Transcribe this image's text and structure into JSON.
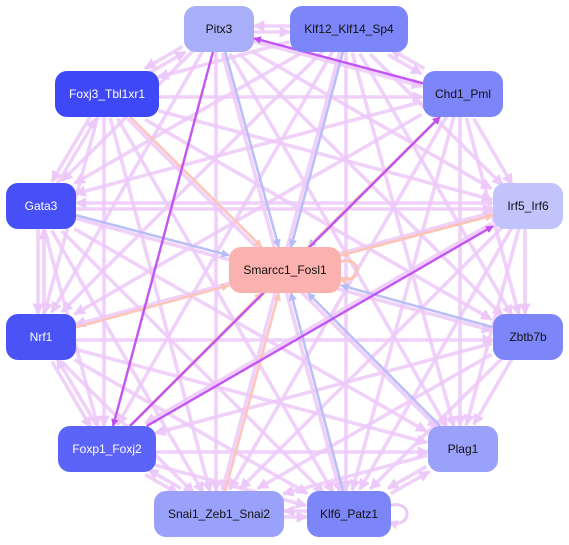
{
  "diagram": {
    "nodes": [
      {
        "id": "pitx3",
        "label": "Pitx3",
        "color": "#a9aef9",
        "text_color": "#111111"
      },
      {
        "id": "klf12",
        "label": "Klf12_Klf14_Sp4",
        "color": "#7d86f9",
        "text_color": "#111111"
      },
      {
        "id": "foxj3",
        "label": "Foxj3_Tbl1xr1",
        "color": "#3f48f6",
        "text_color": "#ffffff"
      },
      {
        "id": "chd1",
        "label": "Chd1_Pml",
        "color": "#7d86f9",
        "text_color": "#111111"
      },
      {
        "id": "gata3",
        "label": "Gata3",
        "color": "#4750f7",
        "text_color": "#ffffff"
      },
      {
        "id": "irf5",
        "label": "Irf5_Irf6",
        "color": "#c1c4fb",
        "text_color": "#111111"
      },
      {
        "id": "smarcc1",
        "label": "Smarcc1_Fosl1",
        "color": "#fbb1ae",
        "text_color": "#111111"
      },
      {
        "id": "nrf1",
        "label": "Nrf1",
        "color": "#4a53f6",
        "text_color": "#ffffff"
      },
      {
        "id": "zbtb7b",
        "label": "Zbtb7b",
        "color": "#7d86f9",
        "text_color": "#111111"
      },
      {
        "id": "foxp1",
        "label": "Foxp1_Foxj2",
        "color": "#5b63f8",
        "text_color": "#ffffff"
      },
      {
        "id": "plag1",
        "label": "Plag1",
        "color": "#9aa1fa",
        "text_color": "#111111"
      },
      {
        "id": "snai1",
        "label": "Snai1_Zeb1_Snai2",
        "color": "#9aa1fa",
        "text_color": "#111111"
      },
      {
        "id": "klf6",
        "label": "Klf6_Patz1",
        "color": "#7d86f9",
        "text_color": "#111111"
      }
    ],
    "edges": [
      {
        "from": "pitx3",
        "to": "smarcc1",
        "kind": "blue"
      },
      {
        "from": "klf12",
        "to": "smarcc1",
        "kind": "blue"
      },
      {
        "from": "foxj3",
        "to": "smarcc1",
        "kind": "peach"
      },
      {
        "from": "chd1",
        "to": "smarcc1",
        "kind": "blue"
      },
      {
        "from": "gata3",
        "to": "smarcc1",
        "kind": "blue"
      },
      {
        "from": "irf5",
        "to": "smarcc1",
        "kind": "peach"
      },
      {
        "from": "nrf1",
        "to": "smarcc1",
        "kind": "peach"
      },
      {
        "from": "zbtb7b",
        "to": "smarcc1",
        "kind": "blue"
      },
      {
        "from": "foxp1",
        "to": "smarcc1",
        "kind": "peach"
      },
      {
        "from": "plag1",
        "to": "smarcc1",
        "kind": "blue"
      },
      {
        "from": "snai1",
        "to": "smarcc1",
        "kind": "peach"
      },
      {
        "from": "klf6",
        "to": "smarcc1",
        "kind": "blue"
      },
      {
        "from": "smarcc1",
        "to": "irf5",
        "kind": "peach"
      },
      {
        "from": "smarcc1",
        "to": "chd1",
        "kind": "peach"
      },
      {
        "from": "chd1",
        "to": "pitx3",
        "kind": "purple"
      },
      {
        "from": "pitx3",
        "to": "foxp1",
        "kind": "purple"
      },
      {
        "from": "foxp1",
        "to": "irf5",
        "kind": "purple"
      },
      {
        "from": "foxp1",
        "to": "chd1",
        "kind": "purple"
      },
      {
        "from": "pitx3",
        "to": "klf12",
        "kind": "pink"
      },
      {
        "from": "klf12",
        "to": "pitx3",
        "kind": "pink"
      },
      {
        "from": "pitx3",
        "to": "foxj3",
        "kind": "pink"
      },
      {
        "from": "foxj3",
        "to": "pitx3",
        "kind": "pink"
      },
      {
        "from": "pitx3",
        "to": "chd1",
        "kind": "pink"
      },
      {
        "from": "pitx3",
        "to": "gata3",
        "kind": "pink"
      },
      {
        "from": "pitx3",
        "to": "irf5",
        "kind": "pink"
      },
      {
        "from": "pitx3",
        "to": "nrf1",
        "kind": "pink"
      },
      {
        "from": "pitx3",
        "to": "zbtb7b",
        "kind": "pink"
      },
      {
        "from": "pitx3",
        "to": "plag1",
        "kind": "pink"
      },
      {
        "from": "pitx3",
        "to": "snai1",
        "kind": "pink"
      },
      {
        "from": "pitx3",
        "to": "klf6",
        "kind": "pink"
      },
      {
        "from": "klf12",
        "to": "foxj3",
        "kind": "pink"
      },
      {
        "from": "klf12",
        "to": "chd1",
        "kind": "pink"
      },
      {
        "from": "chd1",
        "to": "klf12",
        "kind": "pink"
      },
      {
        "from": "klf12",
        "to": "gata3",
        "kind": "pink"
      },
      {
        "from": "klf12",
        "to": "irf5",
        "kind": "pink"
      },
      {
        "from": "klf12",
        "to": "nrf1",
        "kind": "pink"
      },
      {
        "from": "klf12",
        "to": "zbtb7b",
        "kind": "pink"
      },
      {
        "from": "klf12",
        "to": "foxp1",
        "kind": "pink"
      },
      {
        "from": "klf12",
        "to": "plag1",
        "kind": "pink"
      },
      {
        "from": "klf12",
        "to": "snai1",
        "kind": "pink"
      },
      {
        "from": "klf12",
        "to": "klf6",
        "kind": "pink"
      },
      {
        "from": "foxj3",
        "to": "chd1",
        "kind": "pink"
      },
      {
        "from": "foxj3",
        "to": "gata3",
        "kind": "pink"
      },
      {
        "from": "gata3",
        "to": "foxj3",
        "kind": "pink"
      },
      {
        "from": "foxj3",
        "to": "irf5",
        "kind": "pink"
      },
      {
        "from": "foxj3",
        "to": "nrf1",
        "kind": "pink"
      },
      {
        "from": "foxj3",
        "to": "zbtb7b",
        "kind": "pink"
      },
      {
        "from": "foxj3",
        "to": "foxp1",
        "kind": "pink"
      },
      {
        "from": "foxj3",
        "to": "plag1",
        "kind": "pink"
      },
      {
        "from": "foxj3",
        "to": "snai1",
        "kind": "pink"
      },
      {
        "from": "foxj3",
        "to": "klf6",
        "kind": "pink"
      },
      {
        "from": "chd1",
        "to": "gata3",
        "kind": "pink"
      },
      {
        "from": "chd1",
        "to": "irf5",
        "kind": "pink"
      },
      {
        "from": "chd1",
        "to": "nrf1",
        "kind": "pink"
      },
      {
        "from": "chd1",
        "to": "zbtb7b",
        "kind": "pink"
      },
      {
        "from": "chd1",
        "to": "plag1",
        "kind": "pink"
      },
      {
        "from": "chd1",
        "to": "snai1",
        "kind": "pink"
      },
      {
        "from": "chd1",
        "to": "klf6",
        "kind": "pink"
      },
      {
        "from": "gata3",
        "to": "irf5",
        "kind": "pink"
      },
      {
        "from": "irf5",
        "to": "gata3",
        "kind": "pink"
      },
      {
        "from": "gata3",
        "to": "nrf1",
        "kind": "pink"
      },
      {
        "from": "nrf1",
        "to": "gata3",
        "kind": "pink"
      },
      {
        "from": "gata3",
        "to": "zbtb7b",
        "kind": "pink"
      },
      {
        "from": "gata3",
        "to": "foxp1",
        "kind": "pink"
      },
      {
        "from": "gata3",
        "to": "plag1",
        "kind": "pink"
      },
      {
        "from": "gata3",
        "to": "snai1",
        "kind": "pink"
      },
      {
        "from": "gata3",
        "to": "klf6",
        "kind": "pink"
      },
      {
        "from": "irf5",
        "to": "nrf1",
        "kind": "pink"
      },
      {
        "from": "irf5",
        "to": "zbtb7b",
        "kind": "pink"
      },
      {
        "from": "irf5",
        "to": "foxp1",
        "kind": "pink"
      },
      {
        "from": "irf5",
        "to": "plag1",
        "kind": "pink"
      },
      {
        "from": "irf5",
        "to": "snai1",
        "kind": "pink"
      },
      {
        "from": "irf5",
        "to": "klf6",
        "kind": "pink"
      },
      {
        "from": "nrf1",
        "to": "zbtb7b",
        "kind": "pink"
      },
      {
        "from": "nrf1",
        "to": "foxp1",
        "kind": "pink"
      },
      {
        "from": "foxp1",
        "to": "nrf1",
        "kind": "pink"
      },
      {
        "from": "nrf1",
        "to": "plag1",
        "kind": "pink"
      },
      {
        "from": "nrf1",
        "to": "snai1",
        "kind": "pink"
      },
      {
        "from": "nrf1",
        "to": "klf6",
        "kind": "pink"
      },
      {
        "from": "zbtb7b",
        "to": "foxp1",
        "kind": "pink"
      },
      {
        "from": "zbtb7b",
        "to": "plag1",
        "kind": "pink"
      },
      {
        "from": "zbtb7b",
        "to": "snai1",
        "kind": "pink"
      },
      {
        "from": "zbtb7b",
        "to": "klf6",
        "kind": "pink"
      },
      {
        "from": "foxp1",
        "to": "plag1",
        "kind": "pink"
      },
      {
        "from": "foxp1",
        "to": "snai1",
        "kind": "pink"
      },
      {
        "from": "snai1",
        "to": "foxp1",
        "kind": "pink"
      },
      {
        "from": "foxp1",
        "to": "klf6",
        "kind": "pink"
      },
      {
        "from": "plag1",
        "to": "snai1",
        "kind": "pink"
      },
      {
        "from": "plag1",
        "to": "klf6",
        "kind": "pink"
      },
      {
        "from": "klf6",
        "to": "plag1",
        "kind": "pink"
      },
      {
        "from": "snai1",
        "to": "klf6",
        "kind": "pink"
      },
      {
        "from": "klf6",
        "to": "snai1",
        "kind": "pink"
      }
    ],
    "self_loops": [
      "smarcc1",
      "klf6"
    ],
    "edge_colors": {
      "pink": "#edc9f9",
      "blue": "#b6bcf8",
      "peach": "#fcc4b6",
      "purple": "#c04cf3"
    }
  }
}
